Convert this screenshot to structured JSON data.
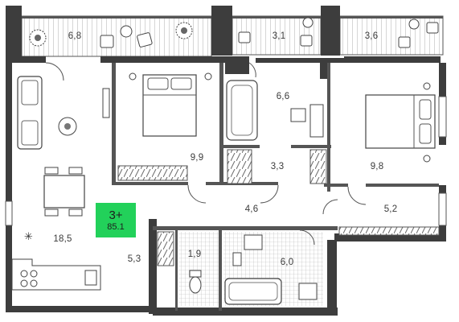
{
  "plan": {
    "badge": {
      "rooms": "3+",
      "total_area": "85.1"
    },
    "colors": {
      "wall": "#3d3d3d",
      "accent": "#22d15a",
      "line": "#555555",
      "background": "#ffffff"
    },
    "areas": [
      {
        "id": "balcony-left",
        "label": "6,8"
      },
      {
        "id": "balcony-middle",
        "label": "3,1"
      },
      {
        "id": "balcony-right",
        "label": "3,6"
      },
      {
        "id": "living-kitchen",
        "label": "18,5"
      },
      {
        "id": "bedroom-left",
        "label": "9,9"
      },
      {
        "id": "bath-top",
        "label": "6,6"
      },
      {
        "id": "wardrobe",
        "label": "3,3"
      },
      {
        "id": "bedroom-right",
        "label": "9,8"
      },
      {
        "id": "hall",
        "label": "4,6"
      },
      {
        "id": "corridor-right",
        "label": "5,2"
      },
      {
        "id": "entrance",
        "label": "5,3"
      },
      {
        "id": "wc",
        "label": "1,9"
      },
      {
        "id": "bathroom",
        "label": "6,0"
      }
    ]
  }
}
